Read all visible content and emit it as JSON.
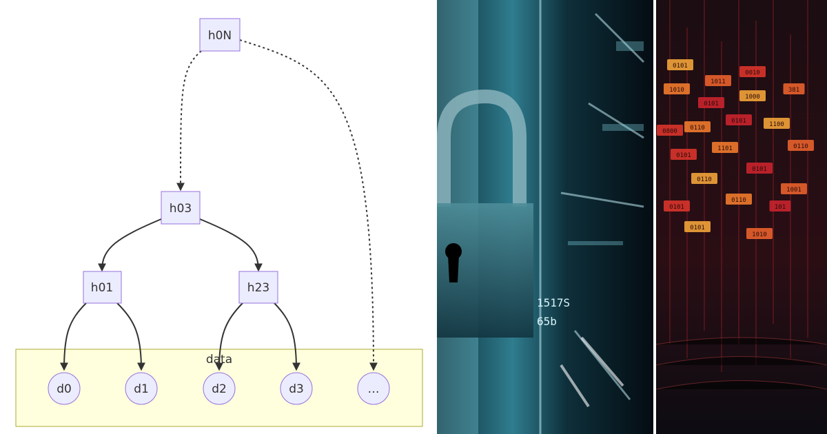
{
  "diagram": {
    "cluster_label": "data",
    "nodes": {
      "h0N": "h0N",
      "h03": "h03",
      "h01": "h01",
      "h23": "h23",
      "d0": "d0",
      "d1": "d1",
      "d2": "d2",
      "d3": "d3",
      "ellipsis": "…"
    },
    "edges": [
      {
        "from": "h0N",
        "to": "h03",
        "style": "dotted"
      },
      {
        "from": "h0N",
        "to": "ellipsis",
        "style": "dotted"
      },
      {
        "from": "h03",
        "to": "h01",
        "style": "solid"
      },
      {
        "from": "h03",
        "to": "h23",
        "style": "solid"
      },
      {
        "from": "h01",
        "to": "d0",
        "style": "solid"
      },
      {
        "from": "h01",
        "to": "d1",
        "style": "solid"
      },
      {
        "from": "h23",
        "to": "d2",
        "style": "solid"
      },
      {
        "from": "h23",
        "to": "d3",
        "style": "solid"
      }
    ],
    "colors": {
      "node_fill": "#ECECFF",
      "node_stroke": "#9370DB",
      "cluster_fill": "#FFFFDE",
      "cluster_stroke": "#AAAA33",
      "edge": "#333333"
    }
  },
  "panels": {
    "lock": {
      "digits_top": "1517S",
      "digits_bottom": "65b"
    },
    "data": {
      "tags": [
        "0101",
        "1011",
        "0010",
        "1010",
        "0101",
        "1000",
        "381",
        "0800",
        "0110",
        "0101",
        "1100",
        "0110",
        "0101",
        "1101",
        "0101",
        "0110",
        "1001",
        "0101",
        "0110",
        "101",
        "0101",
        "1010"
      ]
    }
  }
}
